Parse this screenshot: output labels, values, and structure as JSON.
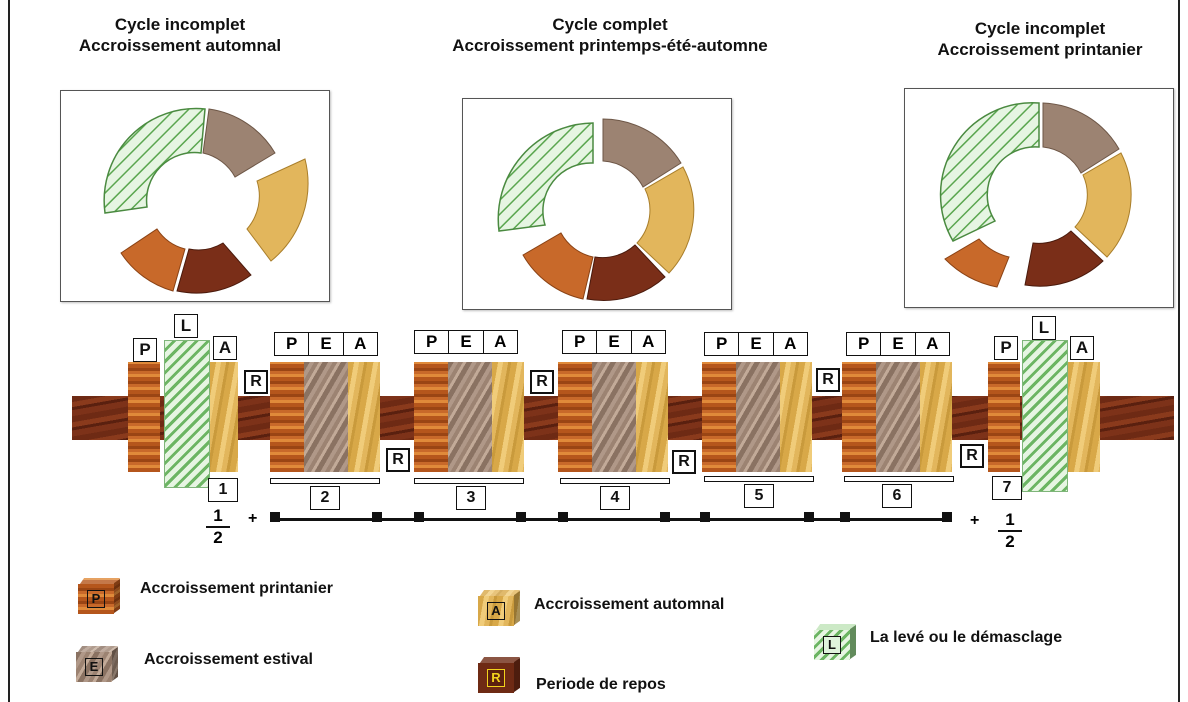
{
  "titles": [
    {
      "line1": "Cycle incomplet",
      "line2": "Accroissement  automnal"
    },
    {
      "line1": "Cycle complet",
      "line2": "Accroissement printemps-été-automne"
    },
    {
      "line1": "Cycle incomplet",
      "line2": "Accroissement printanier"
    }
  ],
  "labels": {
    "P": "P",
    "E": "E",
    "A": "A",
    "L": "L",
    "R": "R"
  },
  "ring_numbers": [
    "1",
    "2",
    "3",
    "4",
    "5",
    "6",
    "7"
  ],
  "fractions": {
    "left": {
      "num": "1",
      "den": "2"
    },
    "right": {
      "num": "1",
      "den": "2"
    }
  },
  "plus": "+",
  "legend": {
    "printanier": "Accroissement printanier",
    "estival": "Accroissement estival",
    "automnal": "Accroissement automnal",
    "repos": "Periode de repos",
    "leve": "La levé ou le démasclage"
  },
  "colors": {
    "printanier": "#c8692a",
    "estival": "#9c8372",
    "automnal": "#e2b65c",
    "repos": "#6e2a14",
    "leve": "#dff3dc",
    "repos_letter": "#f2d21c"
  }
}
